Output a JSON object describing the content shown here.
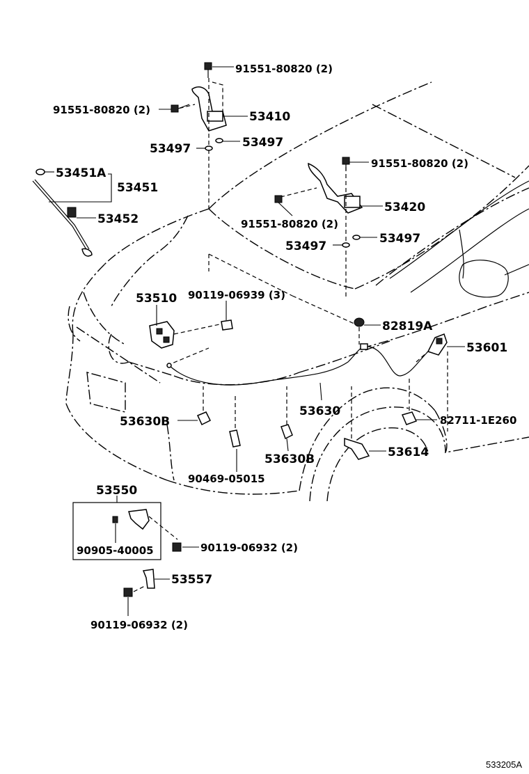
{
  "labels": {
    "bolt_top": "91551-80820 (2)",
    "bolt_left": "91551-80820 (2)",
    "hinge_lh": "53410",
    "washer_a": "53497",
    "washer_b": "53497",
    "stay_end": "53451A",
    "stay": "53451",
    "stay_clip": "53452",
    "bolt_right_top": "91551-80820 (2)",
    "hinge_rh": "53420",
    "bolt_right_low": "91551-80820 (2)",
    "washer_c": "53497",
    "washer_d": "53497",
    "lock": "53510",
    "bolt_lock": "90119-06939 (3)",
    "grommet": "82819A",
    "lever": "53601",
    "cable": "53630",
    "clamp_b_left": "53630B",
    "clamp_b_mid": "53630B",
    "clip_82711": "82711-1E260",
    "bracket": "53614",
    "clip_90469": "90469-05015",
    "hook_assy": "53550",
    "hook_screw": "90905-40005",
    "hook_bolt": "90119-06932 (2)",
    "support": "53557",
    "support_bolt": "90119-06932 (2)",
    "figure_code": "533205A"
  }
}
